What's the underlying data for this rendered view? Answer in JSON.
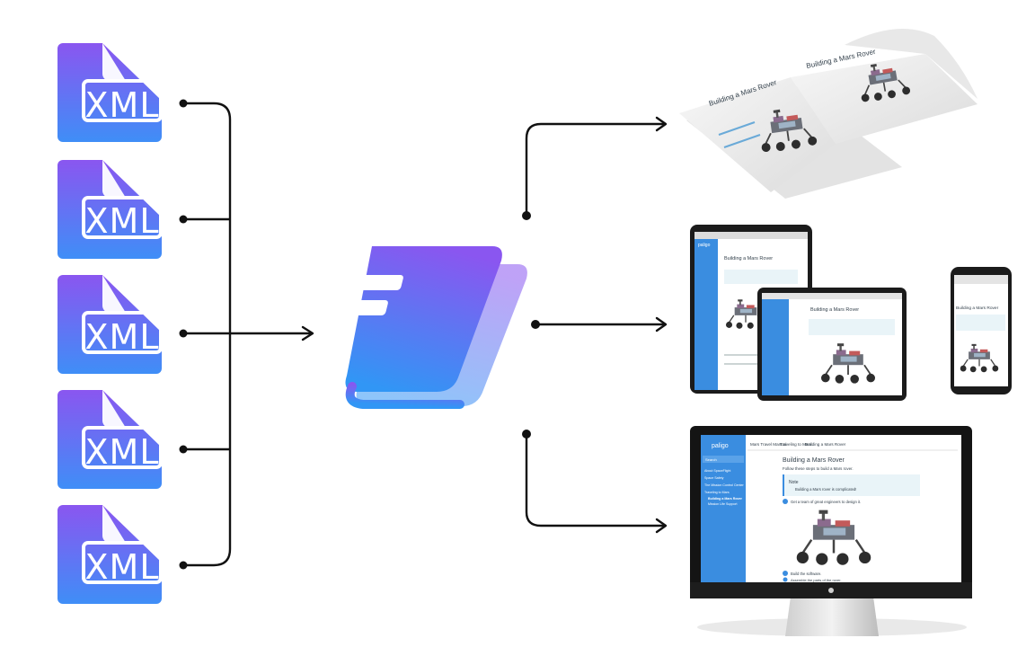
{
  "diagram": {
    "source_label": "XML",
    "source_count": 5,
    "colors": {
      "gradient_top": "#8a56f0",
      "gradient_bottom": "#3f8ef7",
      "line": "#111111",
      "nav": "#3a8de0",
      "note": "#e9f4f8"
    }
  },
  "outputs": {
    "print_title": "Building a Mars Rover",
    "device_title": "Building a Mars Rover",
    "desktop": {
      "logo": "paligo",
      "breadcrumb": [
        "Mars Travel Manual",
        "Traveling to Mars",
        "Building a Mars Rover"
      ],
      "title": "Building a Mars Rover",
      "intro": "Follow these steps to build a Mars rover.",
      "note_label": "Note",
      "note_text": "Building a Mars rover is complicated!",
      "step1": "Get a team of great engineers to design it.",
      "step2": "Build the software.",
      "step3": "Assemble the parts of the rover.",
      "search": "Search",
      "nav": [
        "About SpaceFlight",
        "Space Safety",
        "The Mission Control Center",
        "Traveling to Mars",
        "Building a Mars Rover",
        "Mission Life Support"
      ]
    }
  }
}
